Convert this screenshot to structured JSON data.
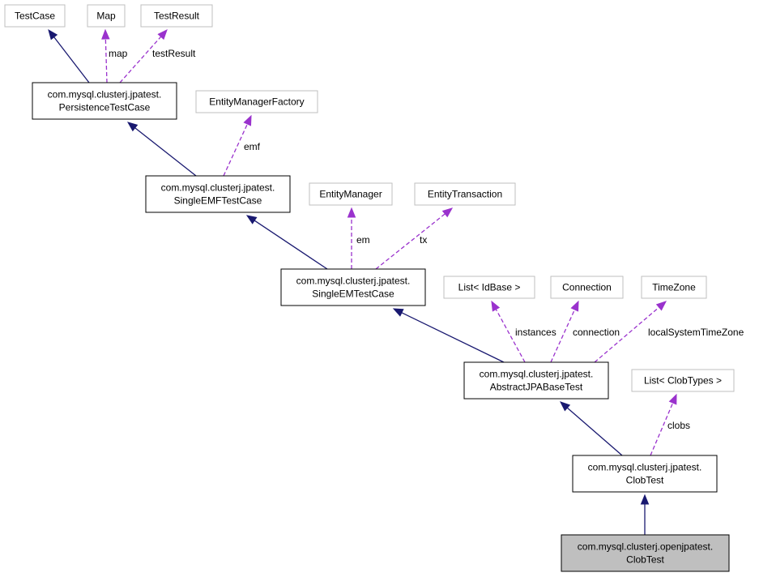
{
  "nodes": {
    "testcase": {
      "lines": [
        "TestCase"
      ],
      "style": "external"
    },
    "map": {
      "lines": [
        "Map"
      ],
      "style": "external"
    },
    "testresult": {
      "lines": [
        "TestResult"
      ],
      "style": "external"
    },
    "persistence_test_case": {
      "lines": [
        "com.mysql.clusterj.jpatest.",
        "PersistenceTestCase"
      ],
      "style": "class"
    },
    "entity_manager_factory": {
      "lines": [
        "EntityManagerFactory"
      ],
      "style": "external"
    },
    "single_emf_test_case": {
      "lines": [
        "com.mysql.clusterj.jpatest.",
        "SingleEMFTestCase"
      ],
      "style": "class"
    },
    "entity_manager": {
      "lines": [
        "EntityManager"
      ],
      "style": "external"
    },
    "entity_transaction": {
      "lines": [
        "EntityTransaction"
      ],
      "style": "external"
    },
    "single_em_test_case": {
      "lines": [
        "com.mysql.clusterj.jpatest.",
        "SingleEMTestCase"
      ],
      "style": "class"
    },
    "list_idbase": {
      "lines": [
        "List< IdBase >"
      ],
      "style": "external"
    },
    "connection": {
      "lines": [
        "Connection"
      ],
      "style": "external"
    },
    "timezone": {
      "lines": [
        "TimeZone"
      ],
      "style": "external"
    },
    "abstract_jpa_base_test": {
      "lines": [
        "com.mysql.clusterj.jpatest.",
        "AbstractJPABaseTest"
      ],
      "style": "class"
    },
    "list_clobtypes": {
      "lines": [
        "List< ClobTypes >"
      ],
      "style": "external"
    },
    "jpatest_clob_test": {
      "lines": [
        "com.mysql.clusterj.jpatest.",
        "ClobTest"
      ],
      "style": "class"
    },
    "openjpatest_clob_test": {
      "lines": [
        "com.mysql.clusterj.openjpatest.",
        "ClobTest"
      ],
      "style": "focus"
    }
  },
  "edges": [
    {
      "kind": "inherit",
      "from": "persistence_test_case",
      "to": "testcase",
      "label": ""
    },
    {
      "kind": "use",
      "from": "persistence_test_case",
      "to": "map",
      "label": "map"
    },
    {
      "kind": "use",
      "from": "persistence_test_case",
      "to": "testresult",
      "label": "testResult"
    },
    {
      "kind": "inherit",
      "from": "single_emf_test_case",
      "to": "persistence_test_case",
      "label": ""
    },
    {
      "kind": "use",
      "from": "single_emf_test_case",
      "to": "entity_manager_factory",
      "label": "emf"
    },
    {
      "kind": "inherit",
      "from": "single_em_test_case",
      "to": "single_emf_test_case",
      "label": ""
    },
    {
      "kind": "use",
      "from": "single_em_test_case",
      "to": "entity_manager",
      "label": "em"
    },
    {
      "kind": "use",
      "from": "single_em_test_case",
      "to": "entity_transaction",
      "label": "tx"
    },
    {
      "kind": "inherit",
      "from": "abstract_jpa_base_test",
      "to": "single_em_test_case",
      "label": ""
    },
    {
      "kind": "use",
      "from": "abstract_jpa_base_test",
      "to": "list_idbase",
      "label": "instances"
    },
    {
      "kind": "use",
      "from": "abstract_jpa_base_test",
      "to": "connection",
      "label": "connection"
    },
    {
      "kind": "use",
      "from": "abstract_jpa_base_test",
      "to": "timezone",
      "label": "localSystemTimeZone"
    },
    {
      "kind": "inherit",
      "from": "jpatest_clob_test",
      "to": "abstract_jpa_base_test",
      "label": ""
    },
    {
      "kind": "use",
      "from": "jpatest_clob_test",
      "to": "list_clobtypes",
      "label": "clobs"
    },
    {
      "kind": "inherit",
      "from": "openjpatest_clob_test",
      "to": "jpatest_clob_test",
      "label": ""
    }
  ]
}
